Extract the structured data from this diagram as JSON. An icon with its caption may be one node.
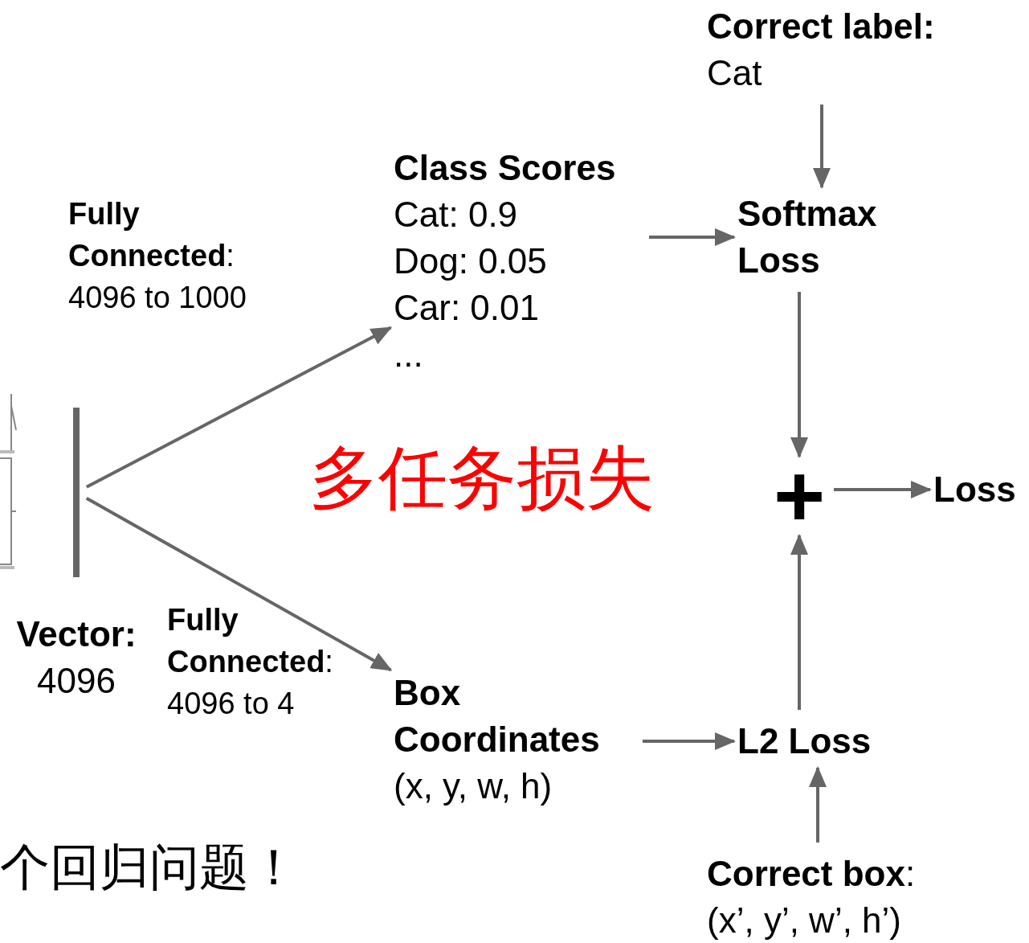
{
  "diagram": {
    "nodes": [
      {
        "text": [],
        "shape": "bar",
        "beside": [
          "Vector:",
          "4096"
        ]
      },
      {
        "text": [
          "Class Scores",
          "Cat: 0.9",
          "Dog: 0.05",
          "Car: 0.01",
          "..."
        ]
      },
      {
        "text": [
          "Box Coordinates",
          "(x, y, w, h)"
        ]
      },
      {
        "text": [
          "Correct label:",
          "Cat"
        ]
      },
      {
        "text": [
          "Softmax Loss"
        ]
      },
      {
        "text": [
          "+"
        ]
      },
      {
        "text": [
          "Loss"
        ]
      },
      {
        "text": [
          "L2 Loss"
        ]
      },
      {
        "text": [
          "**Correct box**:",
          "(x’, y’, w’, h’)"
        ]
      }
    ],
    "edges": [
      {
        "from": 0,
        "to": 1,
        "arrow": "to",
        "label": "**Fully Connected**: 4096 to 1000"
      },
      {
        "from": 0,
        "to": 2,
        "arrow": "to",
        "label": "**Fully Connected**: 4096 to 4"
      },
      {
        "from": 1,
        "to": 4,
        "arrow": "to"
      },
      {
        "from": 3,
        "to": 4,
        "arrow": "to"
      },
      {
        "from": 4,
        "to": 5,
        "arrow": "to"
      },
      {
        "from": 7,
        "to": 5,
        "arrow": "to"
      },
      {
        "from": 5,
        "to": 6,
        "arrow": "to"
      },
      {
        "from": 2,
        "to": 7,
        "arrow": "to"
      },
      {
        "from": 8,
        "to": 7,
        "arrow": "to"
      }
    ],
    "labels": [
      "多任务损失",
      "个回归问题！"
    ]
  }
}
